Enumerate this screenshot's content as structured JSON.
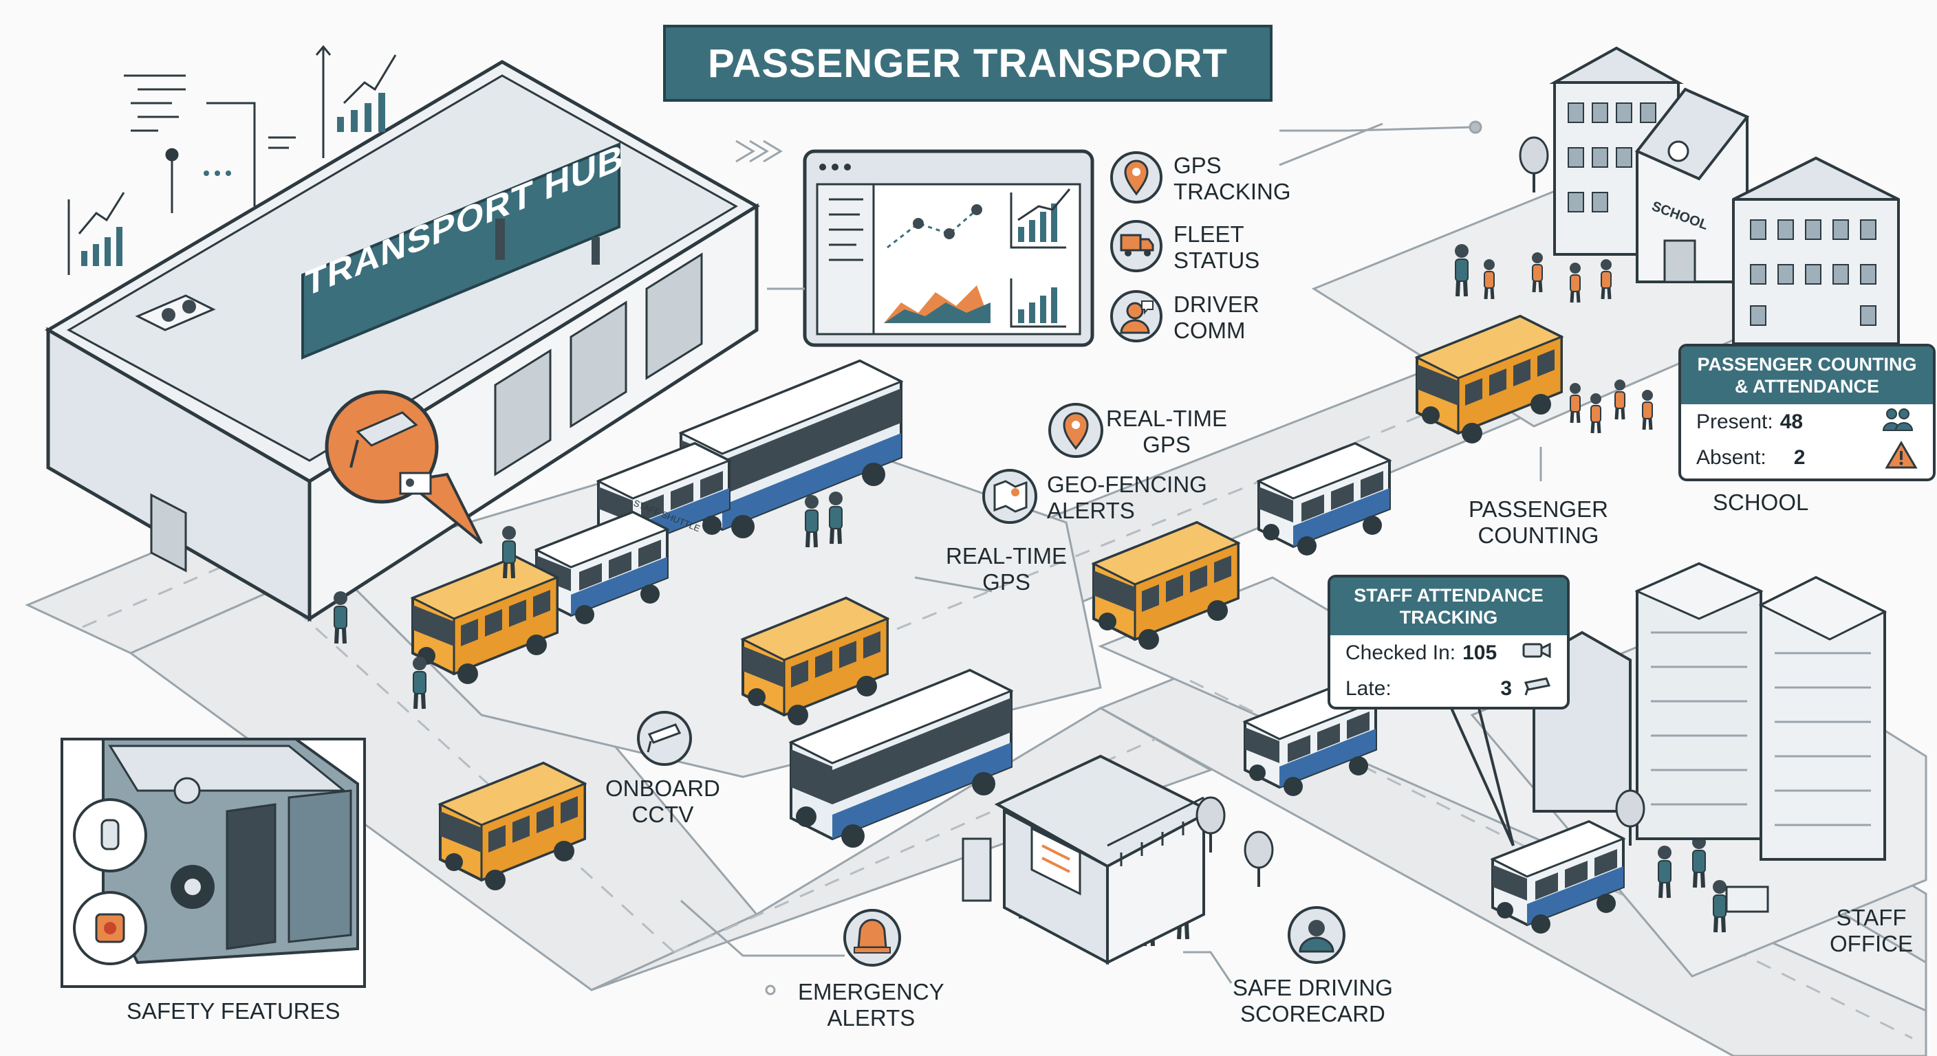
{
  "title": "PASSENGER TRANSPORT",
  "hub_sign": "TRANSPORT HUB",
  "shuttle_text": "STAFF SHUTTLE",
  "school_sign": "SCHOOL",
  "monitor_features": [
    {
      "icon": "gps-pin-icon",
      "label": "GPS\nTRACKING"
    },
    {
      "icon": "fleet-truck-icon",
      "label": "FLEET\nSTATUS"
    },
    {
      "icon": "driver-headset-icon",
      "label": "DRIVER\nCOMM"
    }
  ],
  "labels": {
    "realtime_gps_1": "REAL-TIME\nGPS",
    "geofencing": "GEO-FENCING\nALERTS",
    "realtime_gps_2": "REAL-TIME\nGPS",
    "onboard_cctv": "ONBOARD\nCCTV",
    "passenger_counting": "PASSENGER\nCOUNTING",
    "school": "SCHOOL",
    "safety_features": "SAFETY FEATURES",
    "emergency_alerts": "EMERGENCY\nALERTS",
    "safe_driving": "SAFE DRIVING\nSCORECARD",
    "staff_office": "STAFF\nOFFICE"
  },
  "passenger_panel": {
    "title": "PASSENGER COUNTING\n& ATTENDANCE",
    "present_label": "Present:",
    "present_value": "48",
    "absent_label": "Absent:",
    "absent_value": "2"
  },
  "staff_panel": {
    "title": "STAFF ATTENDANCE\nTRACKING",
    "checked_label": "Checked In:",
    "checked_value": "105",
    "late_label": "Late:",
    "late_value": "3"
  },
  "colors": {
    "teal": "#3c6f7c",
    "orange": "#e8874a",
    "bus_yellow": "#f0a93a",
    "building_gray": "#dfe5ea",
    "road": "#e8eaec",
    "outline": "#2d3a40",
    "bus_blue": "#3a6da8"
  }
}
